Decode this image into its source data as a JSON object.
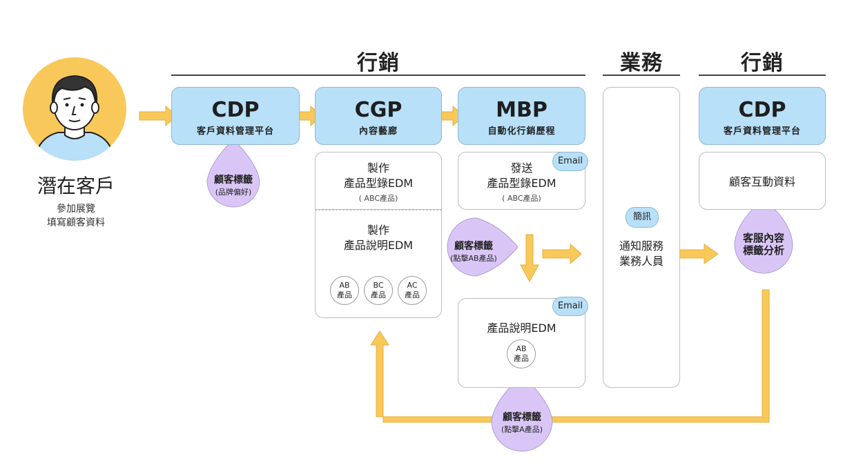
{
  "sections": {
    "marketing_left": "行銷",
    "business": "業務",
    "marketing_right": "行銷"
  },
  "prospect": {
    "title": "潛在客戶",
    "line1": "參加展覽",
    "line2": "填寫顧客資料"
  },
  "platforms": {
    "cdp_left": {
      "name": "CDP",
      "desc": "客戶資料管理平台"
    },
    "cgp": {
      "name": "CGP",
      "desc": "內容藝廊"
    },
    "mbp": {
      "name": "MBP",
      "desc": "自動化行銷歷程"
    },
    "cdp_right": {
      "name": "CDP",
      "desc": "客戶資料管理平台"
    }
  },
  "cgp_cards": {
    "catalog": {
      "line1": "製作",
      "line2": "產品型錄EDM",
      "sub": "( ABC產品)"
    },
    "manual": {
      "line1": "製作",
      "line2": "產品說明EDM",
      "products": [
        "AB\n產品",
        "BC\n產品",
        "AC\n產品"
      ]
    }
  },
  "mbp_cards": {
    "send_catalog": {
      "badge": "Email",
      "line1": "發送",
      "line2": "產品型錄EDM",
      "sub": "( ABC產品)"
    },
    "manual_edm": {
      "badge": "Email",
      "title": "產品說明EDM",
      "product": "AB\n產品"
    }
  },
  "business_card": {
    "badge": "簡訊",
    "line1": "通知服務",
    "line2": "業務人員"
  },
  "cdp_right_card": {
    "text": "顧客互動資料"
  },
  "tags": {
    "brand_pref": {
      "title": "顧客標籤",
      "sub": "(品牌偏好)"
    },
    "click_ab": {
      "title": "顧客標籤",
      "sub": "(點擊AB產品)"
    },
    "service_tag": {
      "line1": "客服內容",
      "line2": "標籤分析"
    },
    "click_a": {
      "title": "顧客標籤",
      "sub": "(點擊A產品)"
    }
  },
  "colors": {
    "platform_blue": "#b8e0f8",
    "tag_purple": "#d9c6f6",
    "arrow_yellow": "#f8c95a",
    "avatar_yellow": "#f8c95a"
  }
}
